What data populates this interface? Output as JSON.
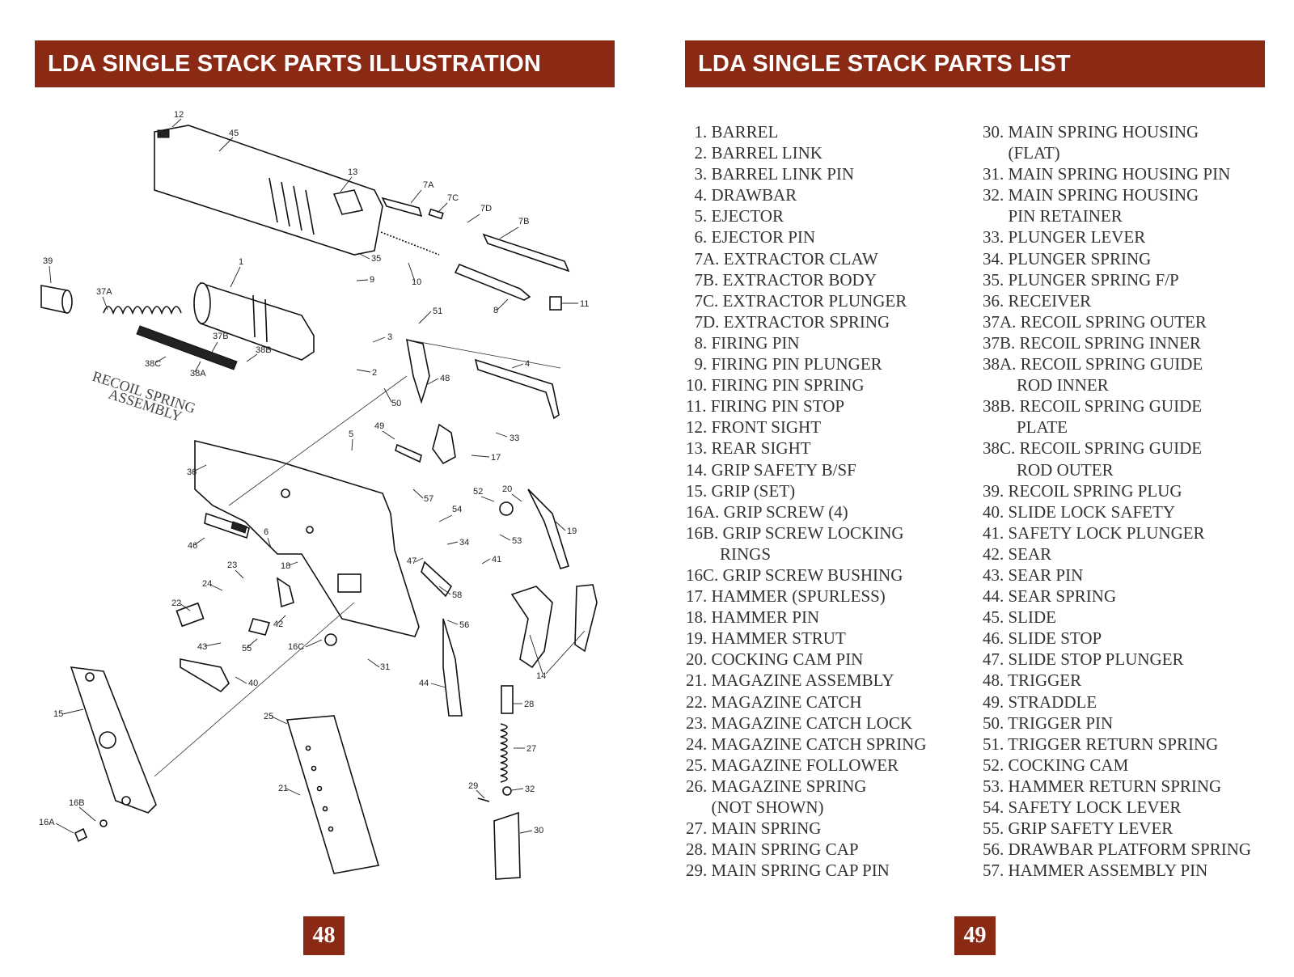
{
  "left_page": {
    "title": "LDA SINGLE STACK PARTS ILLUSTRATION",
    "page_number": "48",
    "assembly_label_line1": "RECOIL SPRING",
    "assembly_label_line2": "ASSEMBLY",
    "callouts": [
      "12",
      "45",
      "13",
      "7A",
      "7C",
      "7D",
      "7B",
      "39",
      "1",
      "35",
      "9",
      "10",
      "8",
      "11",
      "37A",
      "37B",
      "38B",
      "38C",
      "38A",
      "51",
      "3",
      "4",
      "2",
      "48",
      "50",
      "49",
      "5",
      "33",
      "17",
      "36",
      "57",
      "52",
      "20",
      "54",
      "53",
      "19",
      "46",
      "6",
      "34",
      "23",
      "18",
      "47",
      "41",
      "24",
      "58",
      "22",
      "42",
      "56",
      "43",
      "55",
      "16C",
      "31",
      "40",
      "44",
      "14",
      "28",
      "15",
      "25",
      "27",
      "21",
      "29",
      "32",
      "16B",
      "16A",
      "30"
    ]
  },
  "right_page": {
    "title": "LDA SINGLE STACK PARTS LIST",
    "page_number": "49",
    "column_1": [
      "  1. BARREL",
      "  2. BARREL LINK",
      "  3. BARREL LINK PIN",
      "  4. DRAWBAR",
      "  5. EJECTOR",
      "  6. EJECTOR PIN",
      "  7A. EXTRACTOR CLAW",
      "  7B. EXTRACTOR BODY",
      "  7C. EXTRACTOR PLUNGER",
      "  7D. EXTRACTOR SPRING",
      "  8. FIRING PIN",
      "  9. FIRING PIN PLUNGER",
      "10. FIRING PIN SPRING",
      "11. FIRING PIN STOP",
      "12. FRONT SIGHT",
      "13. REAR SIGHT",
      "14. GRIP SAFETY B/SF",
      "15. GRIP (SET)",
      "16A. GRIP SCREW (4)",
      "16B. GRIP SCREW LOCKING",
      "        RINGS",
      "16C. GRIP SCREW BUSHING",
      "17. HAMMER (SPURLESS)",
      "18. HAMMER PIN",
      "19. HAMMER STRUT",
      "20. COCKING CAM PIN",
      "21. MAGAZINE ASSEMBLY",
      "22. MAGAZINE CATCH",
      "23. MAGAZINE CATCH LOCK",
      "24. MAGAZINE CATCH SPRING",
      "25. MAGAZINE FOLLOWER",
      "26. MAGAZINE SPRING",
      "      (NOT SHOWN)",
      "27. MAIN SPRING",
      "28. MAIN SPRING CAP",
      "29. MAIN SPRING CAP PIN"
    ],
    "column_2": [
      "30. MAIN SPRING HOUSING",
      "      (FLAT)",
      "31. MAIN SPRING HOUSING PIN",
      "32. MAIN SPRING HOUSING",
      "      PIN RETAINER",
      "33. PLUNGER LEVER",
      "34. PLUNGER SPRING",
      "35. PLUNGER SPRING F/P",
      "36. RECEIVER",
      "37A. RECOIL SPRING OUTER",
      "37B. RECOIL SPRING INNER",
      "38A. RECOIL SPRING GUIDE",
      "        ROD INNER",
      "38B. RECOIL SPRING GUIDE",
      "        PLATE",
      "38C. RECOIL SPRING GUIDE",
      "        ROD OUTER",
      "39. RECOIL SPRING PLUG",
      "40. SLIDE LOCK SAFETY",
      "41. SAFETY LOCK PLUNGER",
      "42. SEAR",
      "43. SEAR PIN",
      "44. SEAR SPRING",
      "45. SLIDE",
      "46. SLIDE STOP",
      "47. SLIDE STOP PLUNGER",
      "48. TRIGGER",
      "49. STRADDLE",
      "50. TRIGGER PIN",
      "51. TRIGGER RETURN SPRING",
      "52. COCKING CAM",
      "53. HAMMER RETURN SPRING",
      "54. SAFETY LOCK LEVER",
      "55. GRIP SAFETY LEVER",
      "56. DRAWBAR PLATFORM SPRING",
      "57. HAMMER ASSEMBLY PIN"
    ]
  },
  "colors": {
    "accent": "#8b2a14",
    "text": "#333333"
  }
}
